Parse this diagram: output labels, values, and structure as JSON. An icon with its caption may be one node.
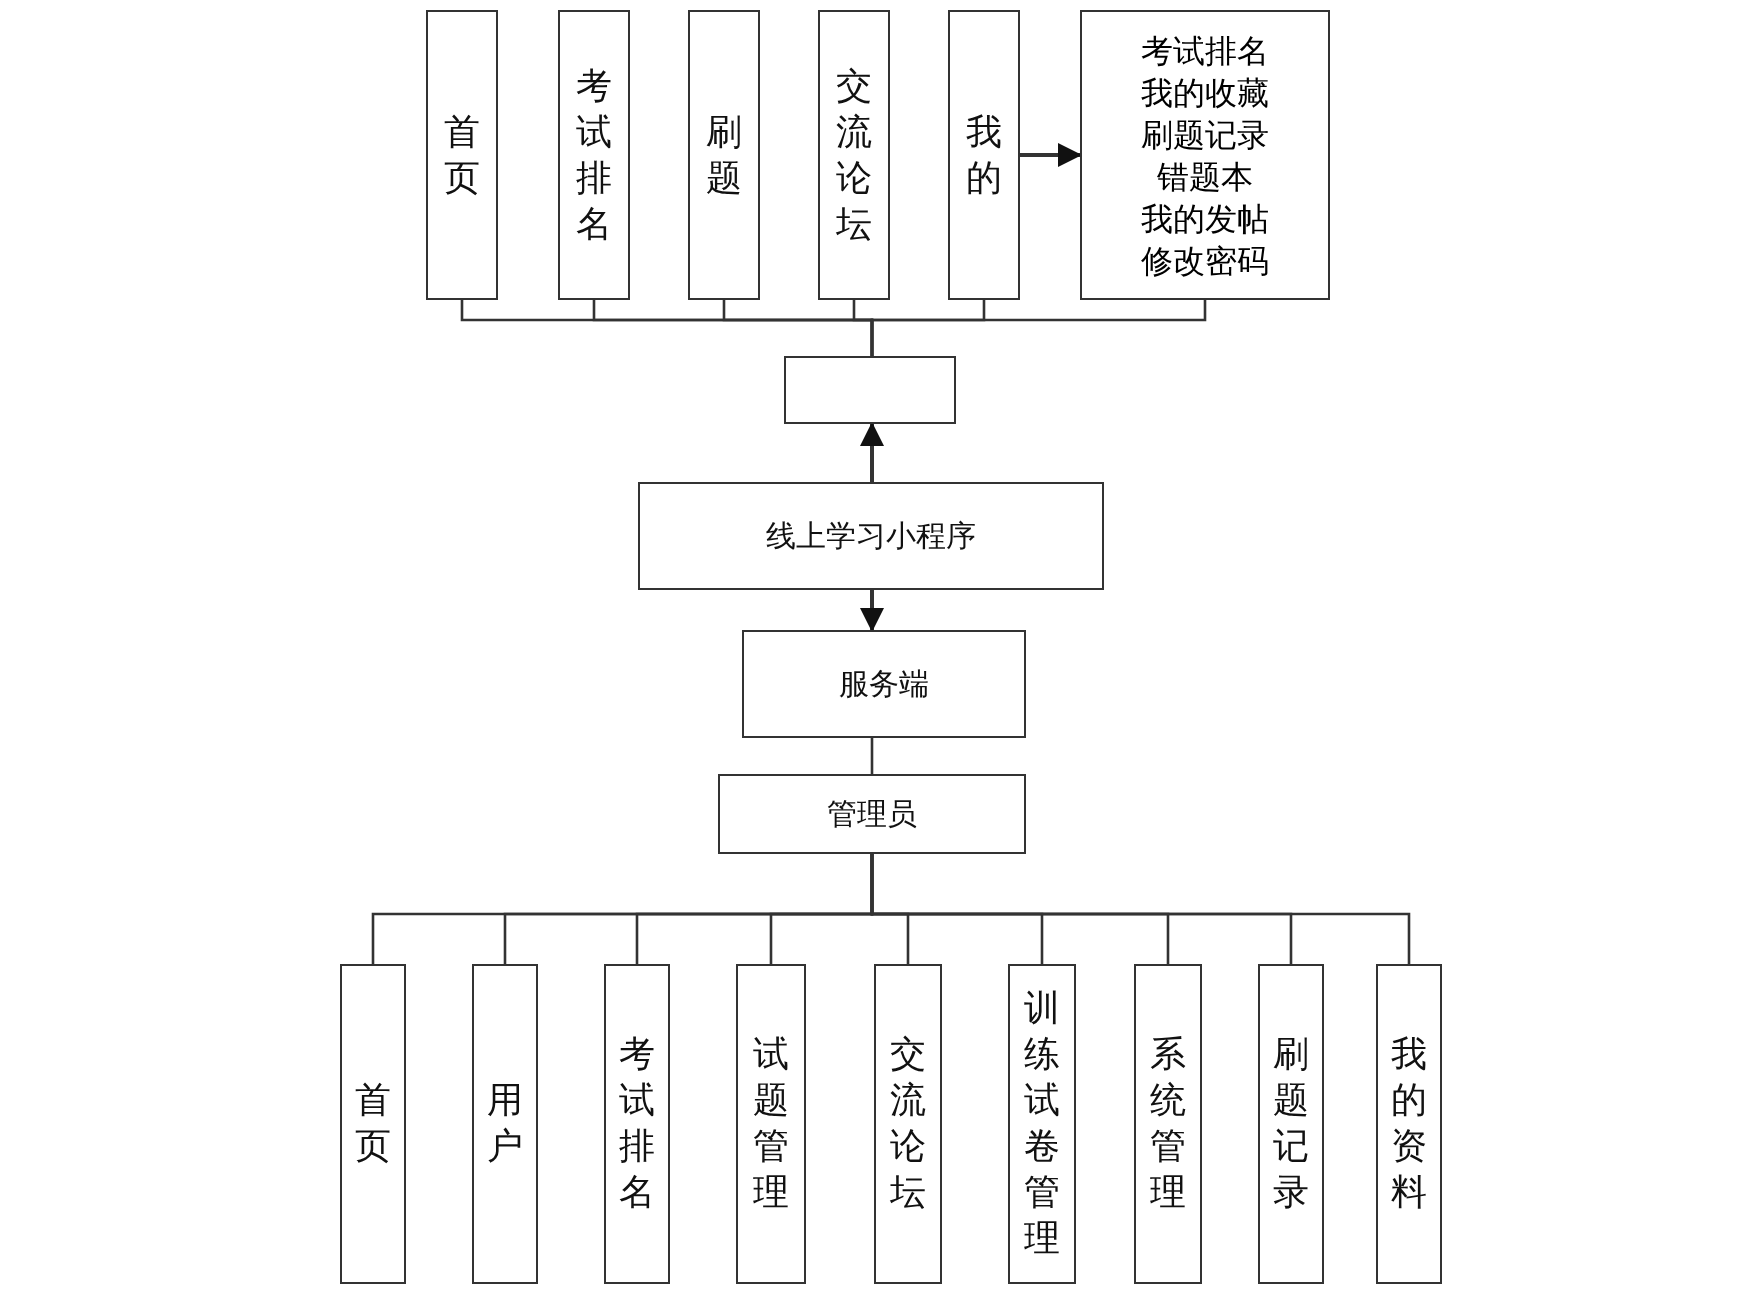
{
  "diagram": {
    "nodes": [
      {
        "text": [
          "首页"
        ]
      },
      {
        "text": [
          "考试排名"
        ]
      },
      {
        "text": [
          "刷题"
        ]
      },
      {
        "text": [
          "交流论坛"
        ]
      },
      {
        "text": [
          "我的"
        ]
      },
      {
        "text": [
          "考试排名",
          "我的收藏",
          "刷题记录",
          "错题本",
          "我的发帖",
          "修改密码"
        ]
      },
      {
        "text": [],
        "shape": "box"
      },
      {
        "text": [
          "线上学习小程序"
        ]
      },
      {
        "text": [
          "服务端"
        ]
      },
      {
        "text": [
          "管理员"
        ]
      },
      {
        "text": [
          "首页"
        ]
      },
      {
        "text": [
          "用户"
        ]
      },
      {
        "text": [
          "考试排名"
        ]
      },
      {
        "text": [
          "试题管理"
        ]
      },
      {
        "text": [
          "交流论坛"
        ]
      },
      {
        "text": [
          "训练试卷管理"
        ]
      },
      {
        "text": [
          "系统管理"
        ]
      },
      {
        "text": [
          "刷题记录"
        ]
      },
      {
        "text": [
          "我的资料"
        ]
      }
    ],
    "edges": [
      {
        "from": 0,
        "to": 6,
        "arrow": "none"
      },
      {
        "from": 1,
        "to": 6,
        "arrow": "none"
      },
      {
        "from": 2,
        "to": 6,
        "arrow": "none"
      },
      {
        "from": 3,
        "to": 6,
        "arrow": "none"
      },
      {
        "from": 4,
        "to": 6,
        "arrow": "none"
      },
      {
        "from": 5,
        "to": 6,
        "arrow": "none"
      },
      {
        "from": 4,
        "to": 5,
        "arrow": "to"
      },
      {
        "from": 7,
        "to": 6,
        "arrow": "to"
      },
      {
        "from": 7,
        "to": 8,
        "arrow": "to"
      },
      {
        "from": 8,
        "to": 9,
        "arrow": "none"
      },
      {
        "from": 9,
        "to": 10,
        "arrow": "none"
      },
      {
        "from": 9,
        "to": 11,
        "arrow": "none"
      },
      {
        "from": 9,
        "to": 12,
        "arrow": "none"
      },
      {
        "from": 9,
        "to": 13,
        "arrow": "none"
      },
      {
        "from": 9,
        "to": 14,
        "arrow": "none"
      },
      {
        "from": 9,
        "to": 15,
        "arrow": "none"
      },
      {
        "from": 9,
        "to": 16,
        "arrow": "none"
      },
      {
        "from": 9,
        "to": 17,
        "arrow": "none"
      },
      {
        "from": 9,
        "to": 18,
        "arrow": "none"
      }
    ]
  }
}
